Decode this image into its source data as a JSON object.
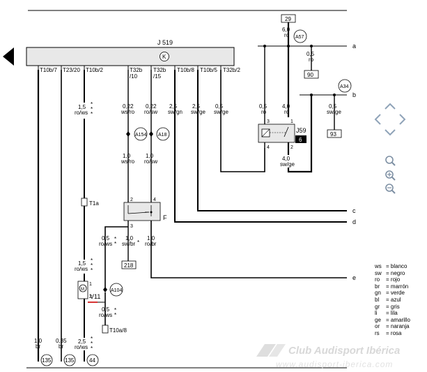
{
  "module": {
    "id": "J 519"
  },
  "pins": {
    "p1": "T10b/7",
    "p2": "T23/20",
    "p3": "T10b/2",
    "p4a": "T32b",
    "p4b": "/10",
    "p5a": "T32b",
    "p5b": "/15",
    "p6": "T10b/8",
    "p7": "T10b/5",
    "p8": "T32b/2"
  },
  "wires": {
    "w135a_size": "1,0",
    "w135a_color": "br",
    "w135b_size": "0,35",
    "w135b_color": "br",
    "w44_top_size": "1,5",
    "w44_top_color": "ro/ws",
    "w44_mid_size": "1,5",
    "w44_mid_color": "ro/ws",
    "w44_bot_size": "2,5",
    "w44_bot_color": "ro/ws",
    "wA154_top_size": "0,22",
    "wA154_top_color": "ws/ro",
    "wA18_top_size": "0,22",
    "wA18_top_color": "ro/sw",
    "wA154_bot_size": "1,0",
    "wA154_bot_color": "ws/ro",
    "wA18_bot_size": "1,0",
    "wA18_bot_color": "ro/sw",
    "wc_size": "2,5",
    "wc_color": "sw/gn",
    "wd_size": "2,5",
    "wd_color": "sw/ge",
    "w32_size": "0,5",
    "w32_color": "sw/ge",
    "wF3_size": "0,5",
    "wF3_color": "ro/ws",
    "wF218_size": "1,0",
    "wF218_color": "sw/br",
    "wFe_size": "1,0",
    "wFe_color": "ro/br",
    "wV11_size": "0,5",
    "wV11_color": "ro/ws",
    "wJ59_3_size": "0,5",
    "wJ59_3_color": "ro",
    "wJ59_1_size": "4,0",
    "wJ59_1_color": "ro",
    "wJ59_2_size": "4,0",
    "wJ59_2_color": "sw/ge",
    "wA57_size": "6,0",
    "wA57_color": "ro",
    "w90_size": "0,5",
    "w90_color": "ro",
    "w93_size": "0,5",
    "w93_color": "sw/ge"
  },
  "connectors": {
    "a154": "A154",
    "a18": "A18",
    "a57": "A57",
    "a34": "A34",
    "a104": "A104",
    "t1a": "T1a",
    "t10a8": "T10a/8"
  },
  "components": {
    "f": "F",
    "v11": "V11",
    "j59": "J59",
    "j59_num": "6"
  },
  "pin_numbers": {
    "f2": "2",
    "f4": "4",
    "f3": "3",
    "j59_3": "3",
    "j59_1": "1",
    "j59_4": "4",
    "j59_2": "2",
    "v11_1": "1",
    "v11_2": "2"
  },
  "refs": {
    "r135a": "135",
    "r135b": "135",
    "r44": "44",
    "r29": "29",
    "r90": "90",
    "r93": "93",
    "r218": "218"
  },
  "lines": {
    "a": "a",
    "b": "b",
    "c": "c",
    "d": "d",
    "e": "e"
  },
  "star": "*",
  "legend": [
    {
      "code": "ws",
      "name": "blanco"
    },
    {
      "code": "sw",
      "name": "negro"
    },
    {
      "code": "ro",
      "name": "rojo"
    },
    {
      "code": "br",
      "name": "marrón"
    },
    {
      "code": "gn",
      "name": "verde"
    },
    {
      "code": "bl",
      "name": "azul"
    },
    {
      "code": "gr",
      "name": "gris"
    },
    {
      "code": "li",
      "name": "lila"
    },
    {
      "code": "ge",
      "name": "amarillo"
    },
    {
      "code": "or",
      "name": "naranja"
    },
    {
      "code": "rs",
      "name": "rosa"
    }
  ],
  "watermark": {
    "line1": "Club Audisport Ibérica",
    "line2": "www.audisport-iberica.com"
  },
  "icons": {
    "nav": "chevron-arrows-icon",
    "zoom": "magnifier-icon"
  }
}
